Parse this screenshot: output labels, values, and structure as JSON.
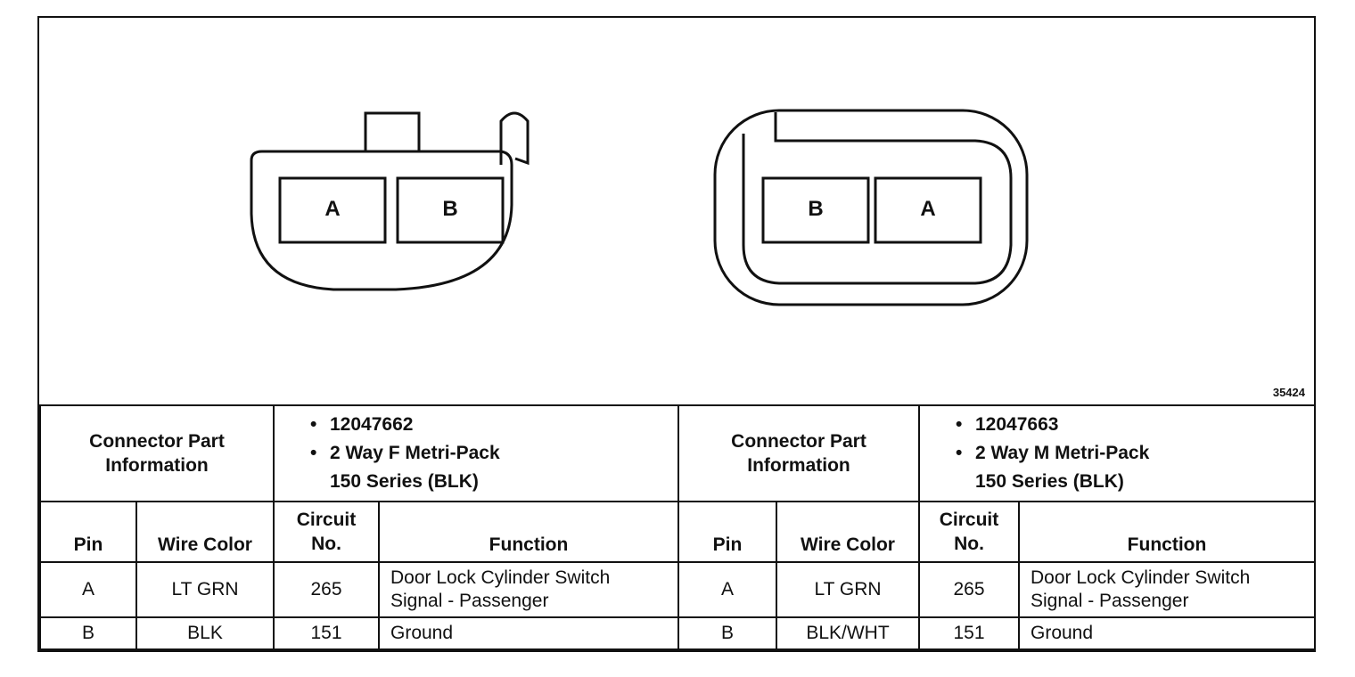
{
  "diagram": {
    "left_connector": {
      "pins": [
        "A",
        "B"
      ]
    },
    "right_connector": {
      "pins": [
        "B",
        "A"
      ]
    },
    "figure_number": "35424"
  },
  "table": {
    "left": {
      "part_label_line1": "Connector Part",
      "part_label_line2": "Information",
      "part_items": [
        "12047662",
        "2 Way F Metri-Pack",
        "150 Series (BLK)"
      ],
      "columns": {
        "pin": "Pin",
        "wire": "Wire Color",
        "circuit_line1": "Circuit",
        "circuit_line2": "No.",
        "function": "Function"
      },
      "rows": [
        {
          "pin": "A",
          "wire": "LT GRN",
          "circuit": "265",
          "function_line1": "Door Lock Cylinder Switch",
          "function_line2": "Signal - Passenger"
        },
        {
          "pin": "B",
          "wire": "BLK",
          "circuit": "151",
          "function_line1": "Ground",
          "function_line2": ""
        }
      ]
    },
    "right": {
      "part_label_line1": "Connector Part",
      "part_label_line2": "Information",
      "part_items": [
        "12047663",
        "2 Way M Metri-Pack",
        "150 Series (BLK)"
      ],
      "columns": {
        "pin": "Pin",
        "wire": "Wire Color",
        "circuit_line1": "Circuit",
        "circuit_line2": "No.",
        "function": "Function"
      },
      "rows": [
        {
          "pin": "A",
          "wire": "LT GRN",
          "circuit": "265",
          "function_line1": "Door Lock Cylinder Switch",
          "function_line2": "Signal - Passenger"
        },
        {
          "pin": "B",
          "wire": "BLK/WHT",
          "circuit": "151",
          "function_line1": "Ground",
          "function_line2": ""
        }
      ]
    }
  }
}
